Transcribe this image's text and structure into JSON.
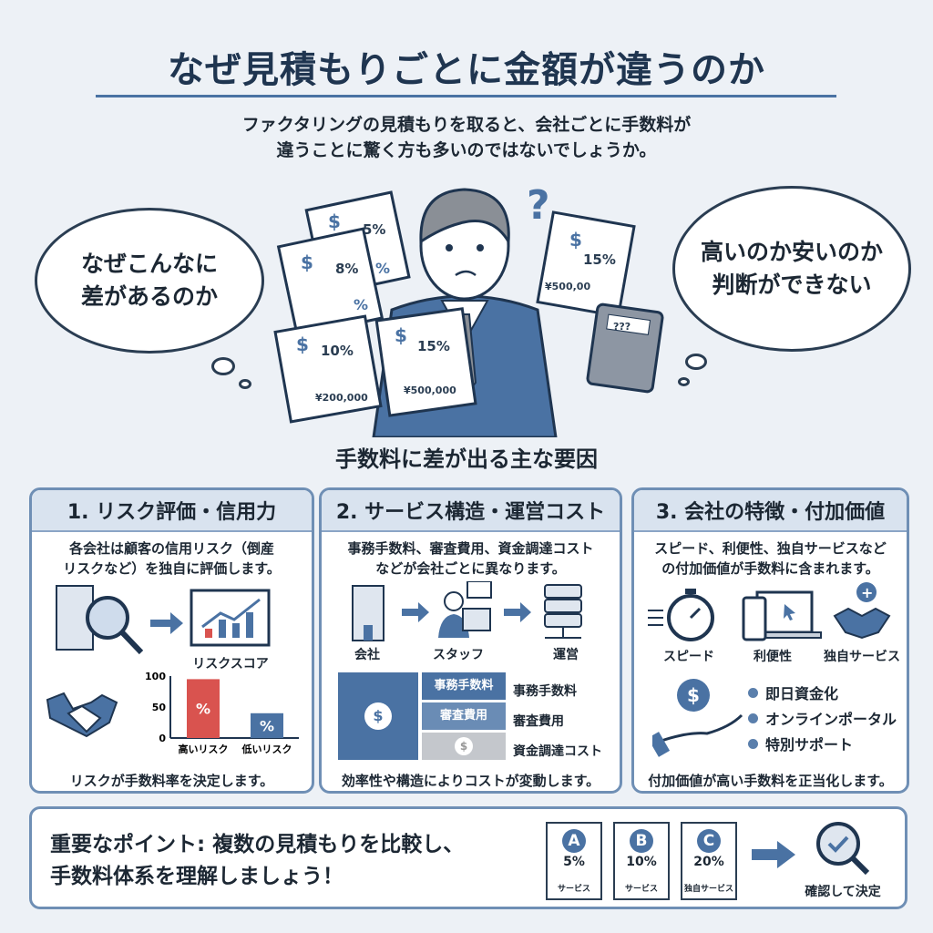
{
  "title": "なぜ見積もりごとに金額が違うのか",
  "subtitle": [
    "ファクタリングの見積もりを取ると、会社ごとに手数料が",
    "違うことに驚く方も多いのではないでしょうか。"
  ],
  "bubble_left": [
    "なぜこんなに",
    "差があるのか"
  ],
  "bubble_right": [
    "高いのか安いのか",
    "判断ができない"
  ],
  "illustration": {
    "docs": [
      {
        "rate": "5%",
        "sub": "%"
      },
      {
        "rate": "8%",
        "sub": "%"
      },
      {
        "rate": "10%",
        "amount": "¥200,000"
      },
      {
        "rate": "15%",
        "amount": "¥500,000"
      },
      {
        "rate": "15%",
        "amount": "¥500,00"
      }
    ],
    "calculator_display": "???",
    "question_mark": "?"
  },
  "factors_heading": "手数料に差が出る主な要因",
  "panel1": {
    "title": "1. リスク評価・信用力",
    "desc": [
      "各会社は顧客の信用リスク（倒産",
      "リスクなど）を独自に評価します。"
    ],
    "score_label": "リスクスコア",
    "chart": {
      "type": "bar",
      "yticks": [
        "100",
        "50",
        "0"
      ],
      "ylim": [
        0,
        100
      ],
      "categories": [
        "高いリスク",
        "低いリスク"
      ],
      "values": [
        95,
        40
      ],
      "bar_labels": [
        "%",
        "%"
      ],
      "colors": [
        "#d9534f",
        "#4a72a3"
      ]
    },
    "footer": "リスクが手数料率を決定します。"
  },
  "panel2": {
    "title": "2. サービス構造・運営コスト",
    "desc": [
      "事務手数料、審査費用、資金調達コスト",
      "などが会社ごとに異なります。"
    ],
    "flow": [
      "会社",
      "スタッフ",
      "運営"
    ],
    "cost_blocks": [
      "事務手数料",
      "審査費用"
    ],
    "cost_labels": [
      "事務手数料",
      "審査費用",
      "資金調達コスト"
    ],
    "footer": "効率性や構造によりコストが変動します。"
  },
  "panel3": {
    "title": "3. 会社の特徴・付加価値",
    "desc": [
      "スピード、利便性、独自サービスなど",
      "の付加価値が手数料に含まれます。"
    ],
    "icons": [
      "スピード",
      "利便性",
      "独自サービス"
    ],
    "bullets": [
      "即日資金化",
      "オンラインポータル",
      "特別サポート"
    ],
    "footer": "付加価値が高い手数料を正当化します。"
  },
  "bottom": {
    "text": [
      "重要なポイント: 複数の見積もりを比較し、",
      "手数料体系を理解しましょう！"
    ],
    "quotes": [
      {
        "letter": "A",
        "rate": "5%",
        "service": "サービス"
      },
      {
        "letter": "B",
        "rate": "10%",
        "service": "サービス"
      },
      {
        "letter": "C",
        "rate": "20%",
        "service": "独自サービス"
      }
    ],
    "decide": "確認して決定"
  },
  "colors": {
    "accent": "#4a72a3",
    "navy": "#1f3550",
    "risk_high": "#d9534f",
    "background": "#edf1f6"
  }
}
